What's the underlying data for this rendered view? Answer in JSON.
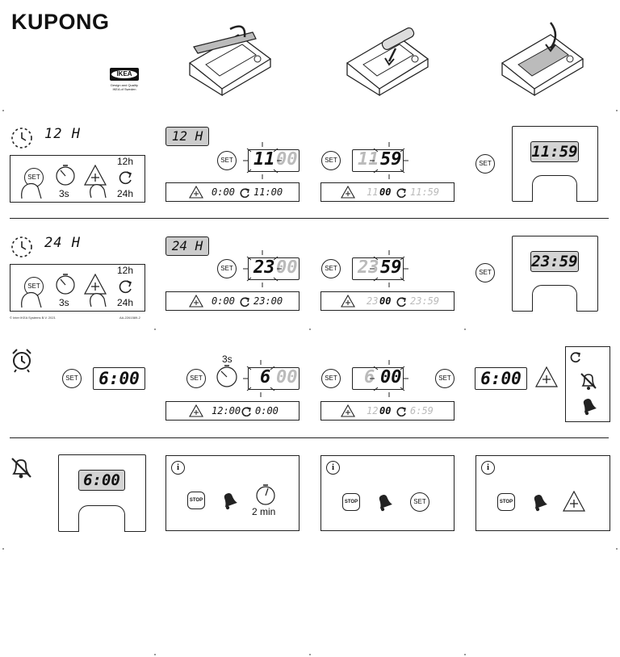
{
  "header": {
    "title": "KUPONG",
    "logo_text": "IKEA",
    "logo_caption": "Design and Quality IKEA of Sweden"
  },
  "row1": {
    "mode": "12 H",
    "tag": "12 H",
    "hint": {
      "set": "SET",
      "hold": "3s",
      "h12": "12h",
      "h24": "24h"
    },
    "step1": {
      "set": "SET",
      "lit": "11",
      "dim": "00",
      "bar_from": "0:00",
      "bar_to": "11:00"
    },
    "step2": {
      "set": "SET",
      "dim": "11",
      "lit": "59",
      "bar_from": "00",
      "bar_prefix": "11",
      "bar_to": "11:59"
    },
    "final": {
      "set": "SET",
      "screen": "11:59"
    }
  },
  "row2": {
    "mode": "24 H",
    "tag": "24 H",
    "hint": {
      "set": "SET",
      "hold": "3s",
      "h12": "12h",
      "h24": "24h"
    },
    "step1": {
      "set": "SET",
      "lit": "23",
      "dim": "00",
      "bar_from": "0:00",
      "bar_to": "23:00"
    },
    "step2": {
      "set": "SET",
      "dim": "23",
      "lit": "59",
      "bar_from": "00",
      "bar_prefix": "23",
      "bar_to": "23:59"
    },
    "final": {
      "set": "SET",
      "screen": "23:59"
    },
    "copyright": "© Inter IKEA Systems B.V. 2021",
    "docnum": "AA-2261589-2"
  },
  "row3": {
    "set": "SET",
    "display": "6:00",
    "hold": "3s",
    "step1": {
      "set": "SET",
      "lit": "6",
      "dim": "00",
      "bar_from": "12:00",
      "bar_to": "0:00"
    },
    "step2": {
      "set": "SET",
      "dim": "6",
      "lit": "00",
      "bar_prefix": "12",
      "bar_from": "00",
      "bar_to": "6:59"
    },
    "step3": {
      "set": "SET",
      "display": "6:00"
    }
  },
  "row4": {
    "screen": "6:00",
    "panel1": {
      "stop": "STOP",
      "duration": "2 min"
    },
    "panel2": {
      "stop": "STOP",
      "set": "SET"
    },
    "panel3": {
      "stop": "STOP"
    }
  },
  "colors": {
    "ink": "#111111",
    "lcd": "#d4d4d4",
    "dim": "#bbbbbb"
  }
}
